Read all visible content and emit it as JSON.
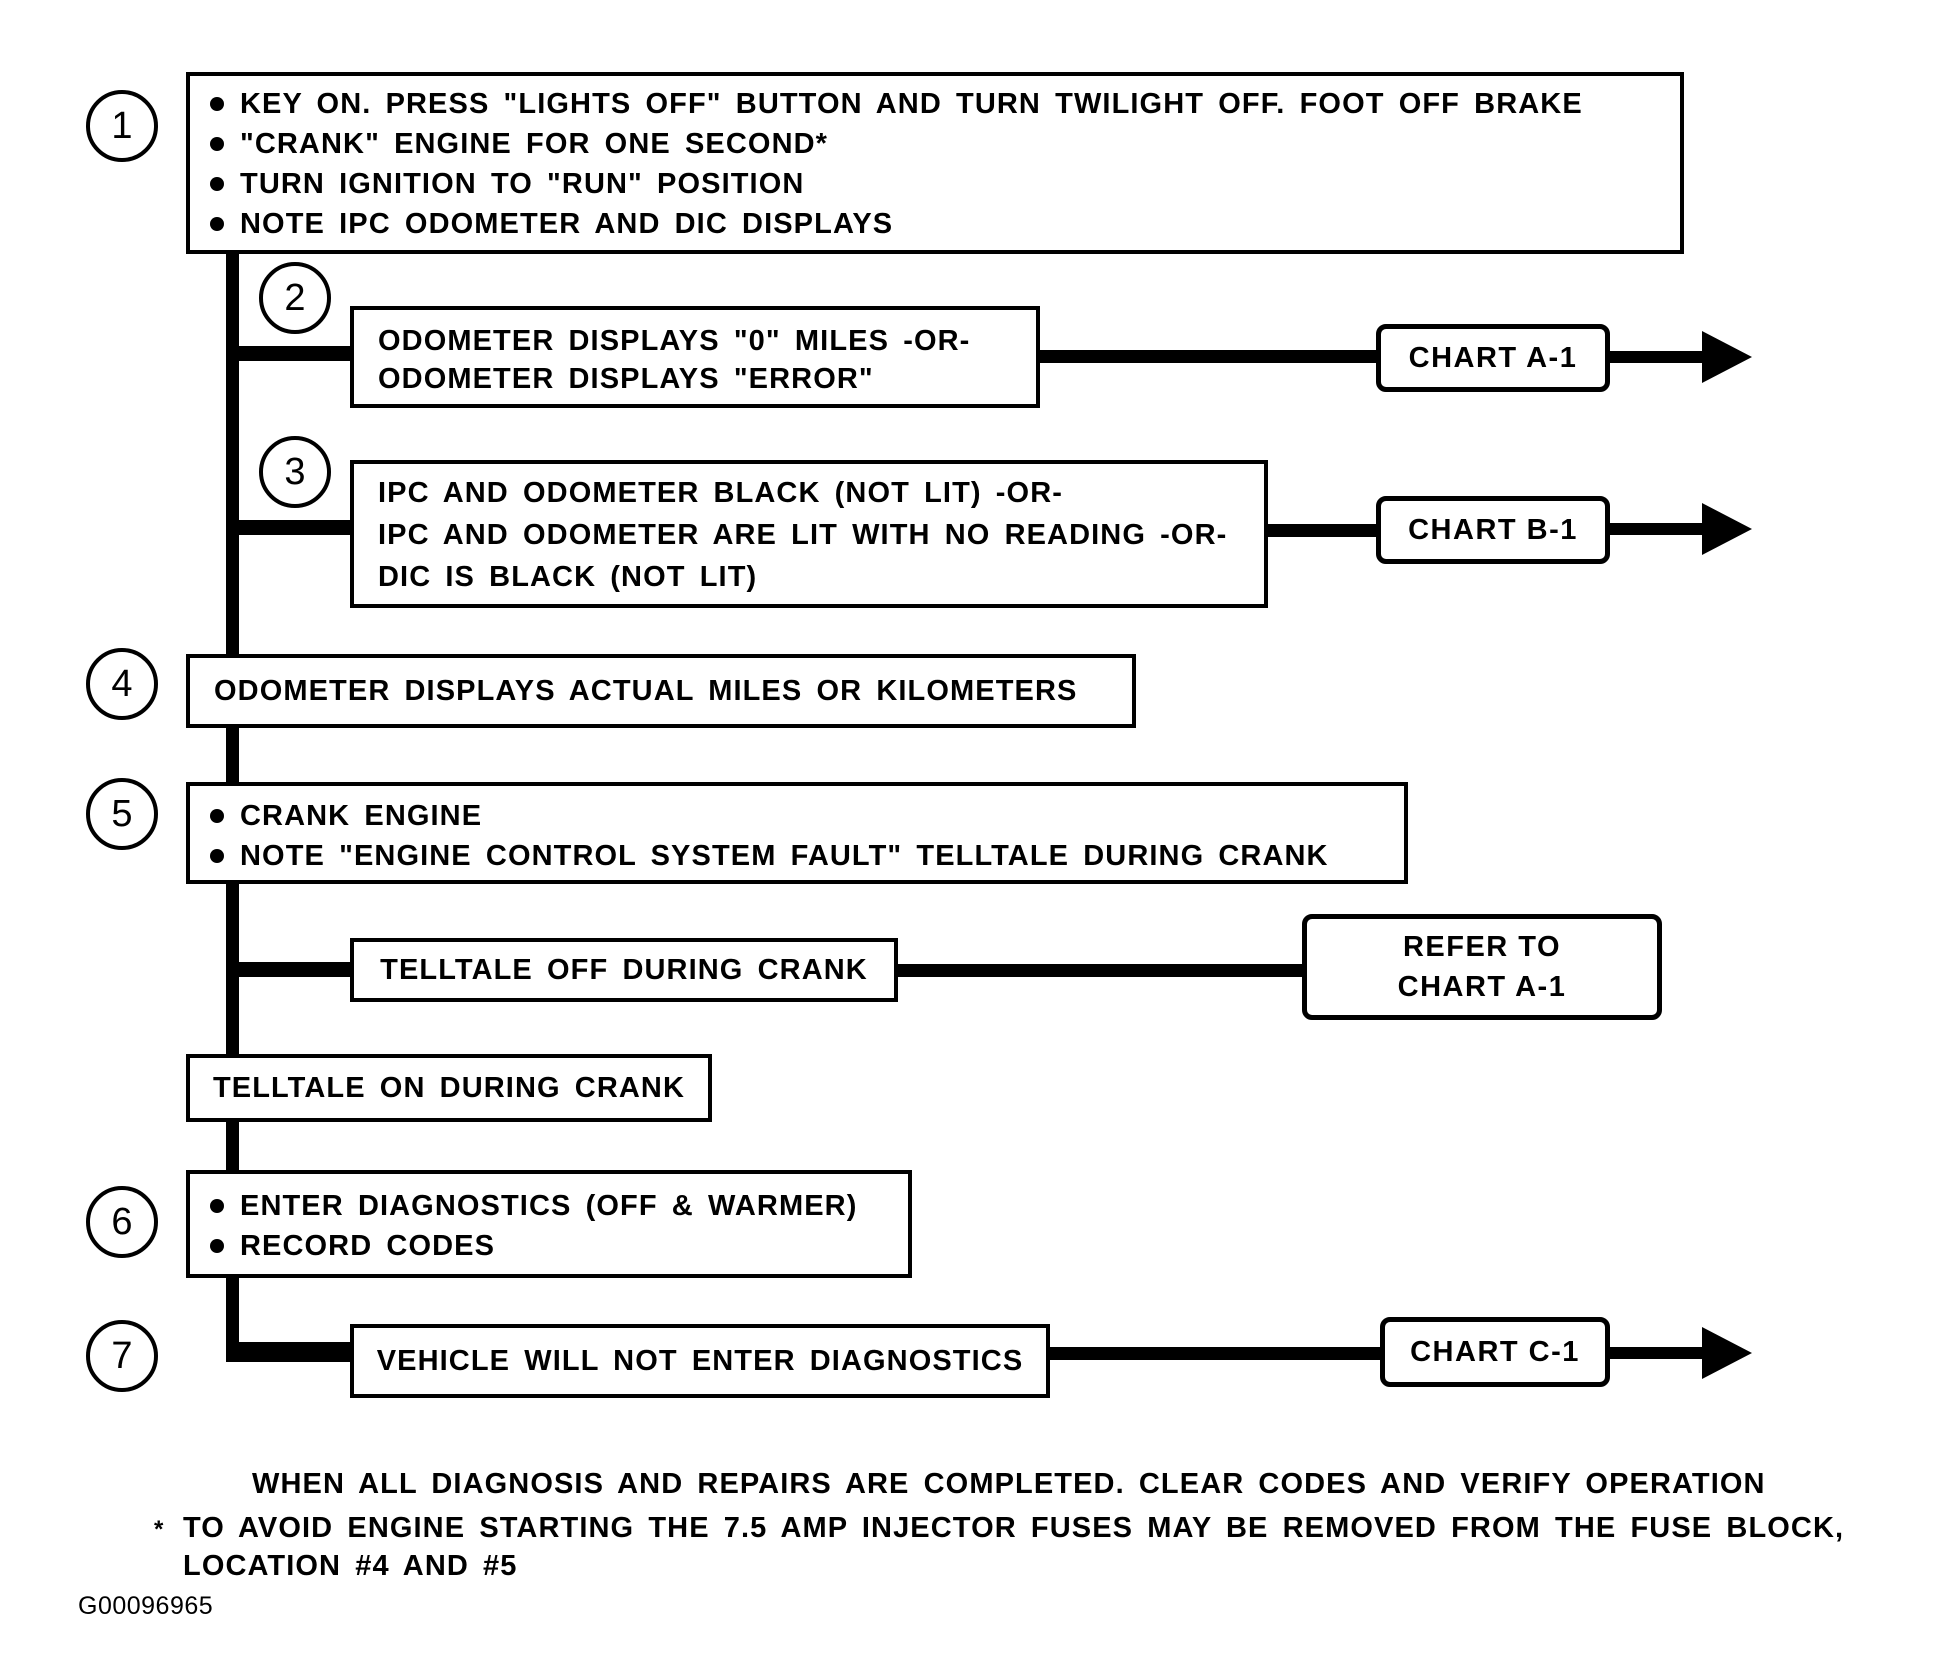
{
  "nodes": {
    "step1": {
      "num": "1",
      "bullets": [
        "KEY ON. PRESS \"LIGHTS OFF\" BUTTON AND TURN TWILIGHT OFF. FOOT OFF BRAKE",
        "\"CRANK\" ENGINE FOR ONE SECOND*",
        "TURN IGNITION TO \"RUN\" POSITION",
        "NOTE IPC ODOMETER AND DIC DISPLAYS"
      ]
    },
    "step2": {
      "num": "2",
      "lines": [
        "ODOMETER DISPLAYS \"0\" MILES -OR-",
        "ODOMETER DISPLAYS \"ERROR\""
      ],
      "target": "CHART A-1"
    },
    "step3": {
      "num": "3",
      "lines": [
        "IPC AND ODOMETER BLACK (NOT LIT) -OR-",
        "IPC AND ODOMETER ARE LIT WITH NO READING -OR-",
        "DIC IS BLACK (NOT LIT)"
      ],
      "target": "CHART B-1"
    },
    "step4": {
      "num": "4",
      "text": "ODOMETER DISPLAYS ACTUAL MILES OR KILOMETERS"
    },
    "step5": {
      "num": "5",
      "bullets": [
        "CRANK ENGINE",
        "NOTE \"ENGINE CONTROL SYSTEM FAULT\" TELLTALE DURING CRANK"
      ]
    },
    "telltale_off": {
      "text": "TELLTALE OFF DURING CRANK",
      "target_lines": [
        "REFER TO",
        "CHART A-1"
      ]
    },
    "telltale_on": {
      "text": "TELLTALE ON DURING CRANK"
    },
    "step6": {
      "num": "6",
      "bullets": [
        "ENTER DIAGNOSTICS (OFF & WARMER)",
        "RECORD CODES"
      ]
    },
    "step7": {
      "num": "7",
      "text": "VEHICLE WILL NOT ENTER DIAGNOSTICS",
      "target": "CHART C-1"
    }
  },
  "footer": {
    "note1": "WHEN ALL DIAGNOSIS AND REPAIRS ARE COMPLETED. CLEAR CODES AND VERIFY OPERATION",
    "footnote_marker": "*",
    "footnote_line1": "TO AVOID ENGINE STARTING THE 7.5 AMP INJECTOR FUSES MAY BE REMOVED FROM THE FUSE BLOCK,",
    "footnote_line2": "LOCATION #4 AND #5",
    "figure_id": "G00096965"
  }
}
